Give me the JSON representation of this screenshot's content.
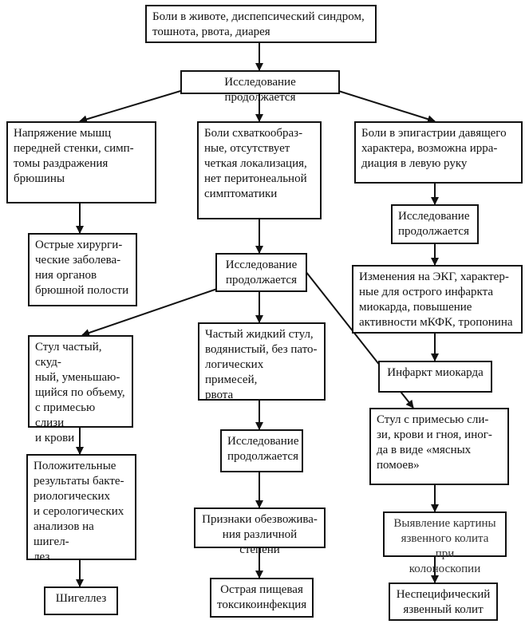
{
  "diagram": {
    "root": "Боли в животе, диспепсический синдром,\nтошнота, рвота, диарея",
    "exam_main": "Исследование продолжается",
    "left": {
      "signs": "Напряжение мышц\nпередней стенки, симп-\nтомы раздражения\nбрюшины",
      "result": "Острые хирурги-\nческие заболева-\nния органов\nбрюшной полости"
    },
    "middle": {
      "signs": "Боли схваткообраз-\nные, отсутствует\nчеткая локализация,\nнет перитонеальной\nсимптоматики",
      "exam": "Исследование\nпродолжается",
      "shigella": {
        "signs": "Стул частый, скуд-\nный, уменьшаю-\nщийся по объему,\nс примесью слизи\nи крови",
        "tests": "Положительные\nрезультаты бакте-\nриологических\nи серологических\nанализов на шигел-\nлез",
        "diagnosis": "Шигеллез"
      },
      "toxic": {
        "signs": "Частый жидкий стул,\nводянистый, без пато-\nлогических примесей,\nрвота",
        "exam": "Исследование\nпродолжается",
        "dehydration": "Признаки обезвожива-\nния различной степени",
        "diagnosis": "Острая пищевая\nтоксикоинфекция"
      },
      "colitis": {
        "signs": "Стул с примесью сли-\nзи, крови и гноя, иног-\nда в виде «мясных\nпомоев»",
        "finding": "Выявление картины\nязвенного колита при\nколоноскопии",
        "diagnosis": "Неспецифический\nязвенный колит"
      }
    },
    "right": {
      "signs": "Боли в эпигастрии давящего\nхарактера, возможна ирра-\nдиация в левую руку",
      "exam": "Исследование\nпродолжается",
      "ecg": "Изменения на ЭКГ, характер-\nные для острого инфаркта\nмиокарда, повышение\nактивности мКФК, тропонина",
      "diagnosis": "Инфаркт миокарда"
    }
  }
}
